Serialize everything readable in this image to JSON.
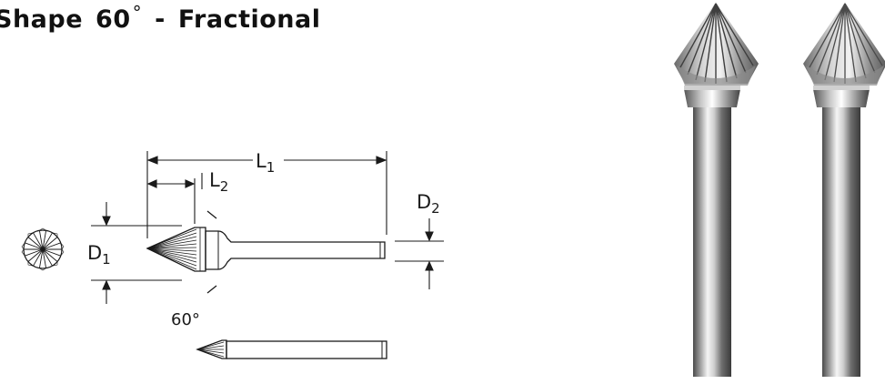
{
  "title": {
    "shape": "Shape",
    "angle": "60",
    "degree": "°",
    "dash": "-",
    "variant": "Fractional"
  },
  "diagram": {
    "labels": {
      "l1_base": "L",
      "l1_sub": "1",
      "l2_base": "L",
      "l2_sub": "2",
      "d1_base": "D",
      "d1_sub": "1",
      "d2_base": "D",
      "d2_sub": "2",
      "angle": "60°"
    }
  },
  "colors": {
    "ink": "#1a1a1a",
    "steel_light": "#f2f2f2",
    "steel_dark": "#5a5a5a"
  },
  "icons": {
    "end_view": "burr-end-view-icon",
    "photo": "carbide-burr-photo"
  }
}
